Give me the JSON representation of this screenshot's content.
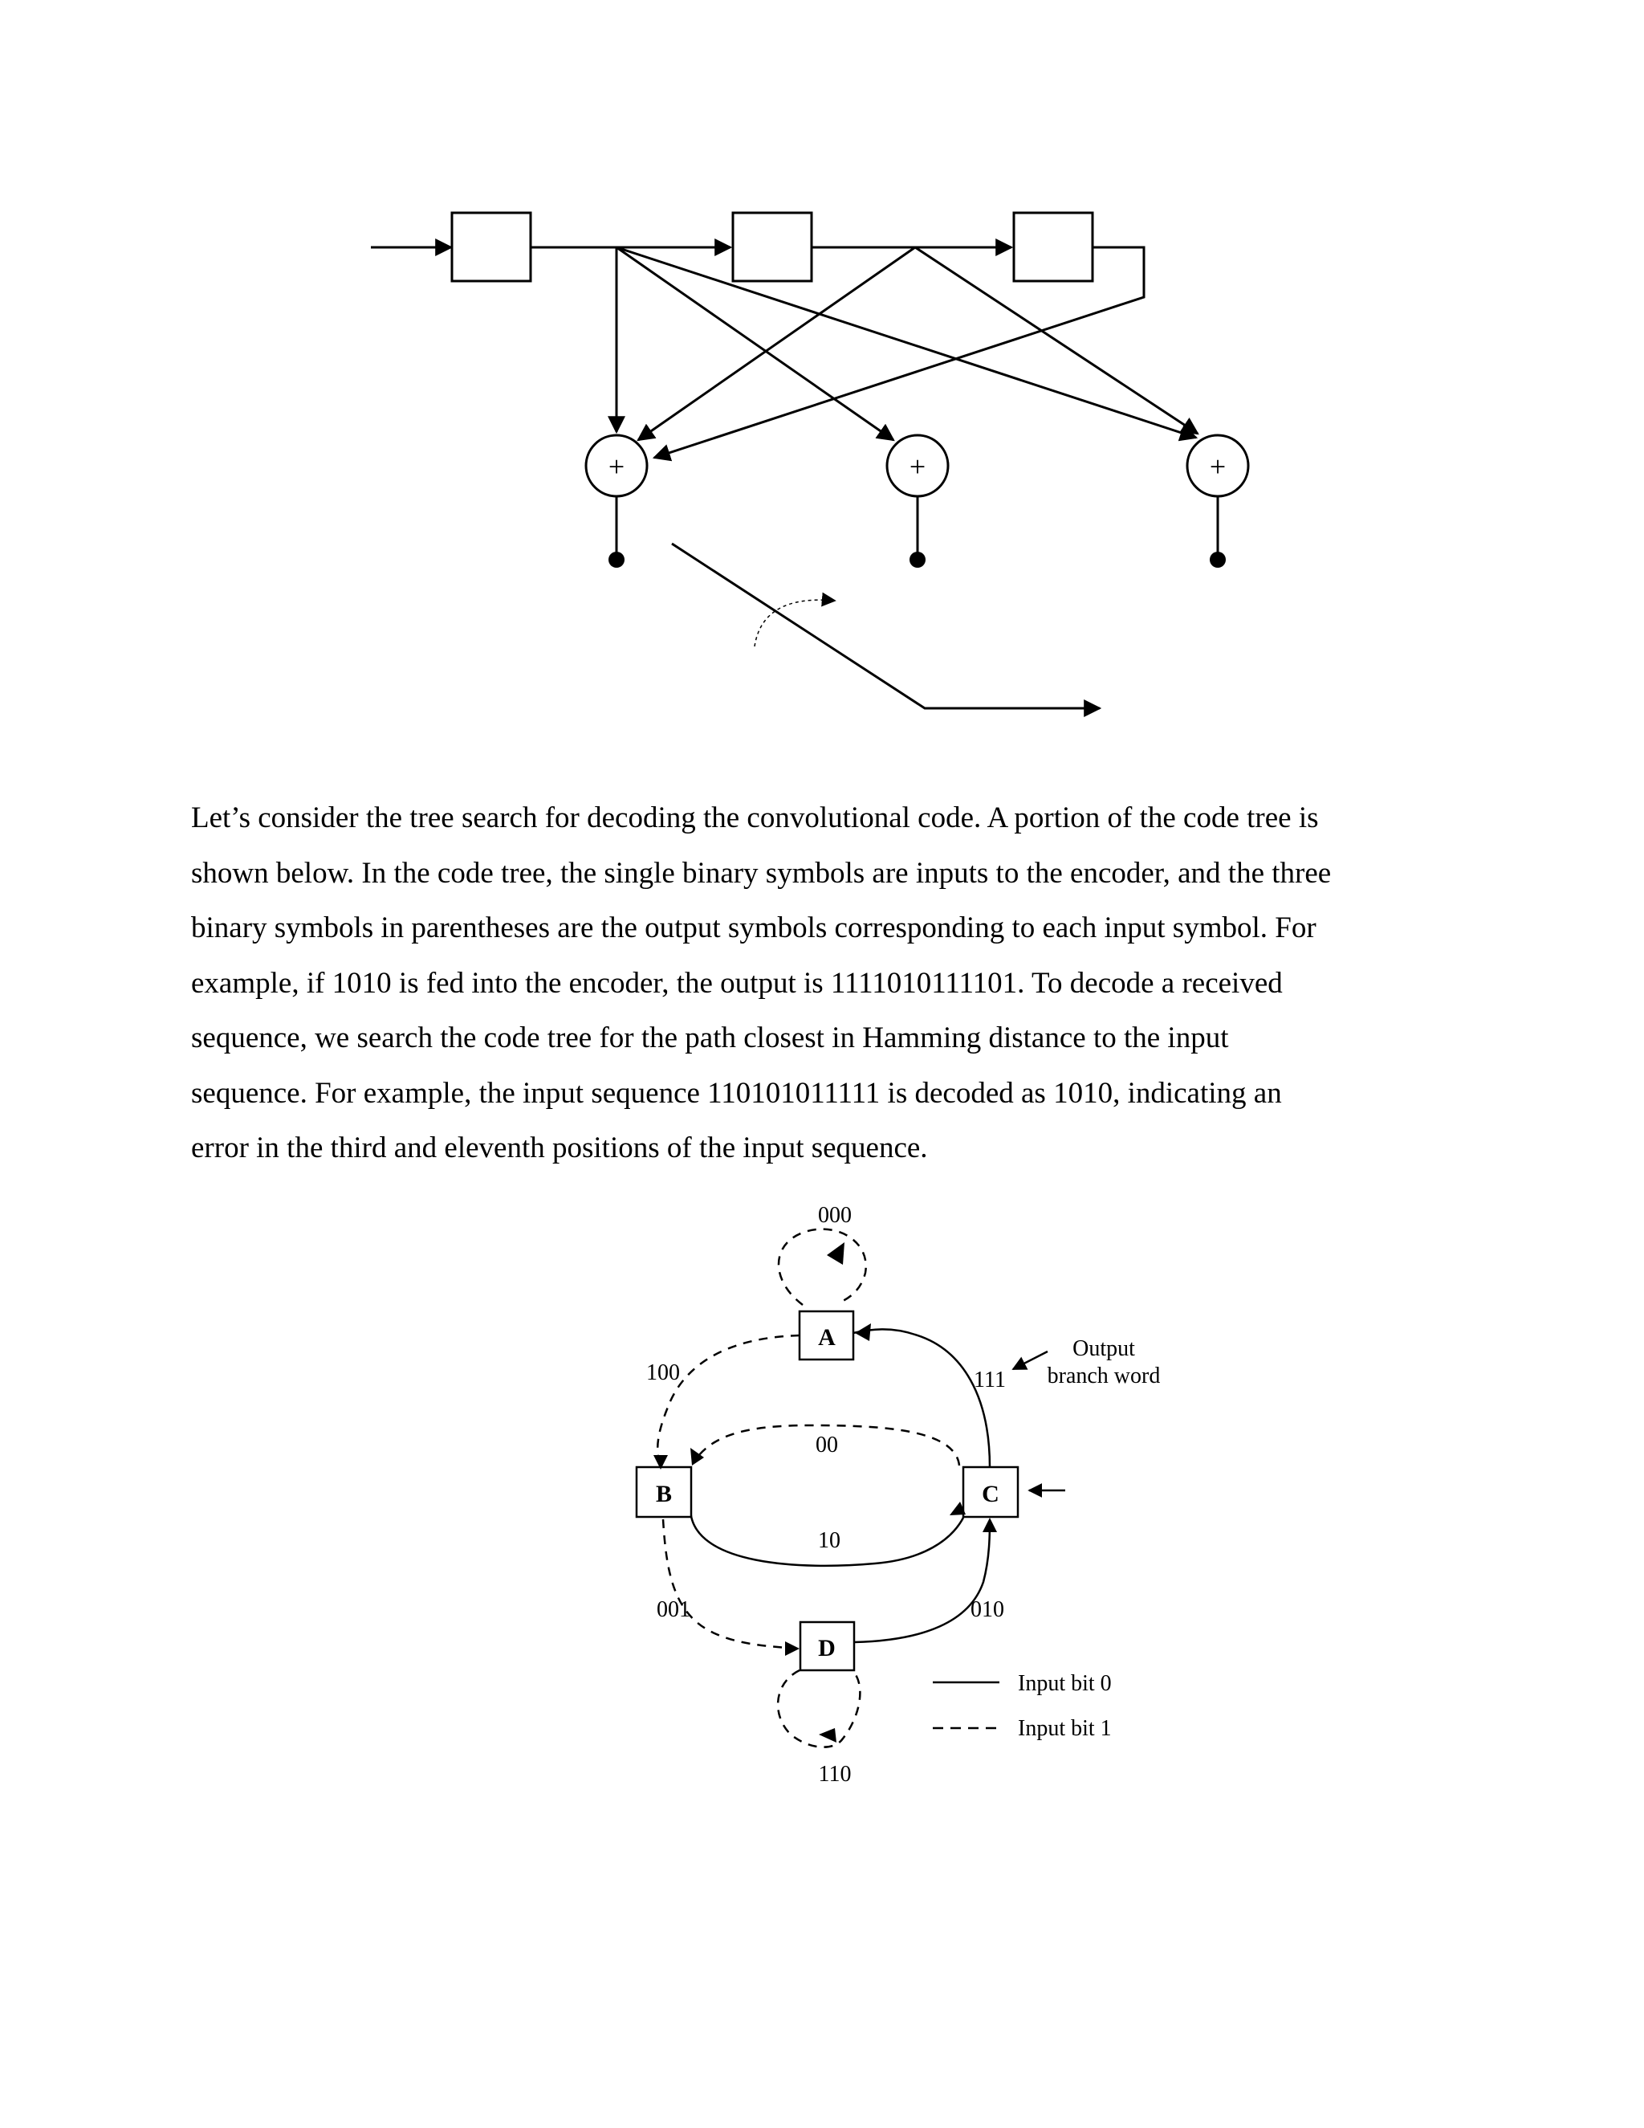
{
  "encoder_diagram": {
    "adders": [
      {
        "symbol": "+"
      },
      {
        "symbol": "+"
      },
      {
        "symbol": "+"
      }
    ]
  },
  "paragraph": {
    "lines": [
      "Let’s consider the tree search for decoding the convolutional code. A portion of the code tree is",
      "shown below. In the code tree, the single binary symbols are inputs to the encoder, and the three",
      "binary symbols in parentheses are the output symbols corresponding to each input symbol. For",
      "example, if 1010 is fed into the encoder, the output is 1111010111101. To decode a received",
      "sequence, we search the code tree for the path closest in Hamming distance to the input",
      "sequence. For example, the input sequence 110101011111 is decoded as 1010, indicating an",
      "error in the third and eleventh positions of the input sequence."
    ]
  },
  "state_diagram": {
    "states": {
      "a": "A",
      "b": "B",
      "c": "C",
      "d": "D"
    },
    "branch_labels": {
      "a_self": "000",
      "a_to_b": "100",
      "c_to_a": "111",
      "c_to_b": "00",
      "b_to_c": "10",
      "b_to_d": "001",
      "d_to_c": "010",
      "d_self": "110"
    },
    "annotation": {
      "line1": "Output",
      "line2": "branch word"
    },
    "legend": [
      {
        "label": "Input bit 0",
        "style": "solid"
      },
      {
        "label": "Input bit 1",
        "style": "dashed"
      }
    ]
  }
}
